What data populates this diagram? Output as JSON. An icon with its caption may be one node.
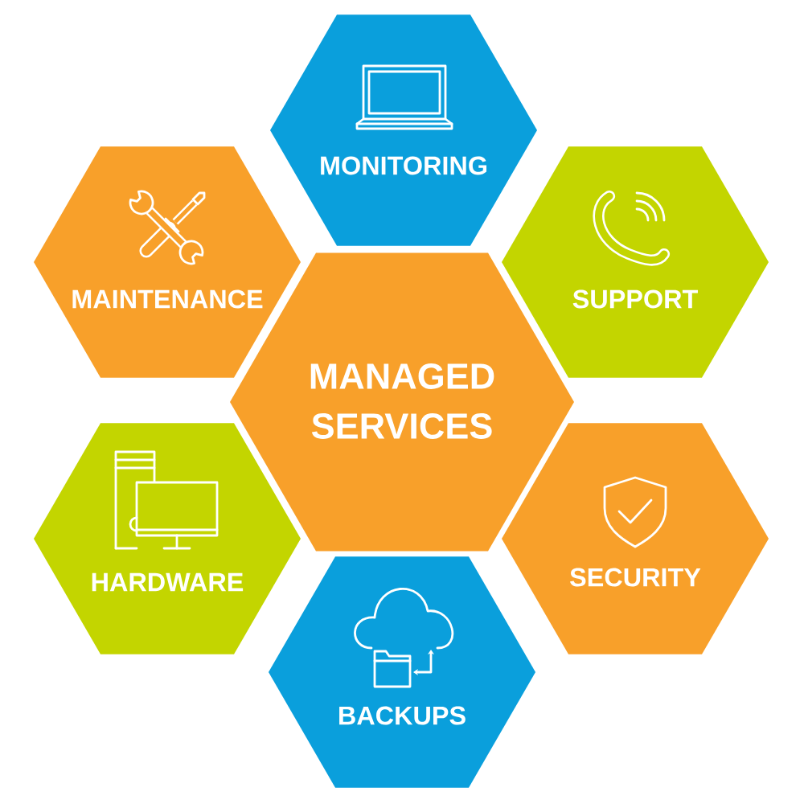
{
  "diagram": {
    "nodes": [
      {
        "text": [
          "MONITORING"
        ]
      },
      {
        "text": [
          "MAINTENANCE"
        ]
      },
      {
        "text": [
          "SUPPORT"
        ]
      },
      {
        "text": [
          "MANAGED SERVICES"
        ]
      },
      {
        "text": [
          "HARDWARE"
        ]
      },
      {
        "text": [
          "SECURITY"
        ]
      },
      {
        "text": [
          "BACKUPS"
        ]
      }
    ]
  }
}
